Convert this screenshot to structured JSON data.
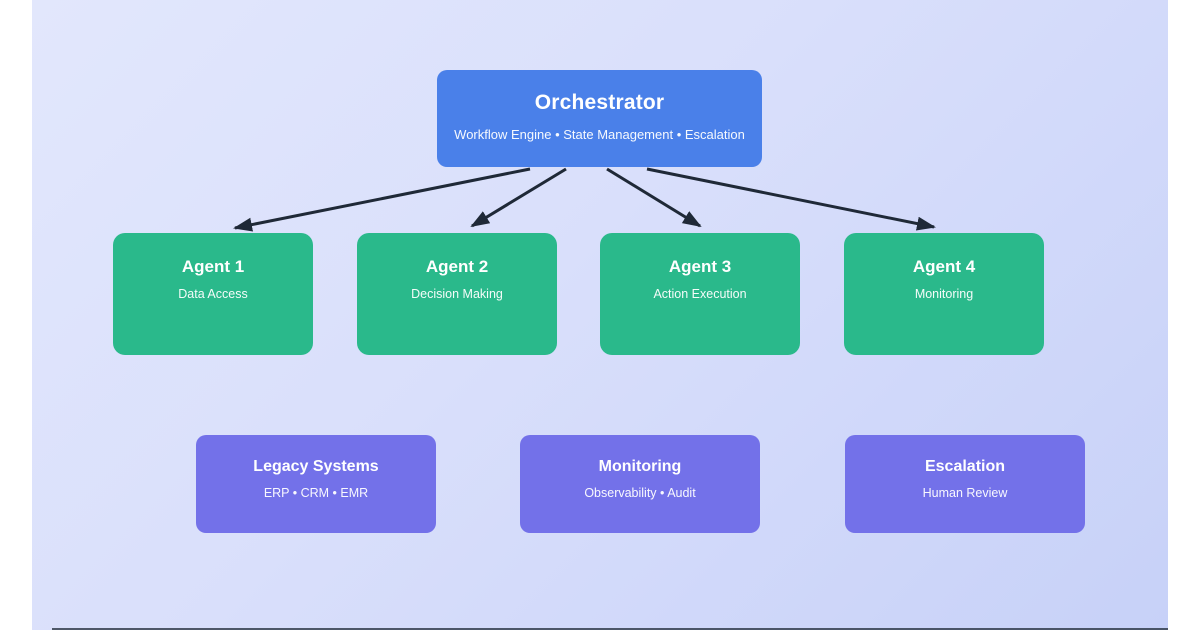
{
  "diagram": {
    "orchestrator": {
      "title": "Orchestrator",
      "subtitle": "Workflow Engine • State Management • Escalation",
      "color": "#4a80e9"
    },
    "agents": [
      {
        "title": "Agent 1",
        "subtitle": "Data Access"
      },
      {
        "title": "Agent 2",
        "subtitle": "Decision Making"
      },
      {
        "title": "Agent 3",
        "subtitle": "Action Execution"
      },
      {
        "title": "Agent 4",
        "subtitle": "Monitoring"
      }
    ],
    "agents_color": "#2ab98b",
    "systems": [
      {
        "title": "Legacy Systems",
        "subtitle": "ERP • CRM • EMR"
      },
      {
        "title": "Monitoring",
        "subtitle": "Observability • Audit"
      },
      {
        "title": "Escalation",
        "subtitle": "Human Review"
      }
    ],
    "systems_color": "#7371e9",
    "edges": [
      {
        "from": "orchestrator",
        "to": "agent-1"
      },
      {
        "from": "orchestrator",
        "to": "agent-2"
      },
      {
        "from": "orchestrator",
        "to": "agent-3"
      },
      {
        "from": "orchestrator",
        "to": "agent-4"
      }
    ],
    "arrow_color": "#1f2937",
    "background": {
      "page": "#ffffff",
      "canvas_gradient_start": "#e2e7fc",
      "canvas_gradient_end": "#c7d1f8"
    }
  }
}
